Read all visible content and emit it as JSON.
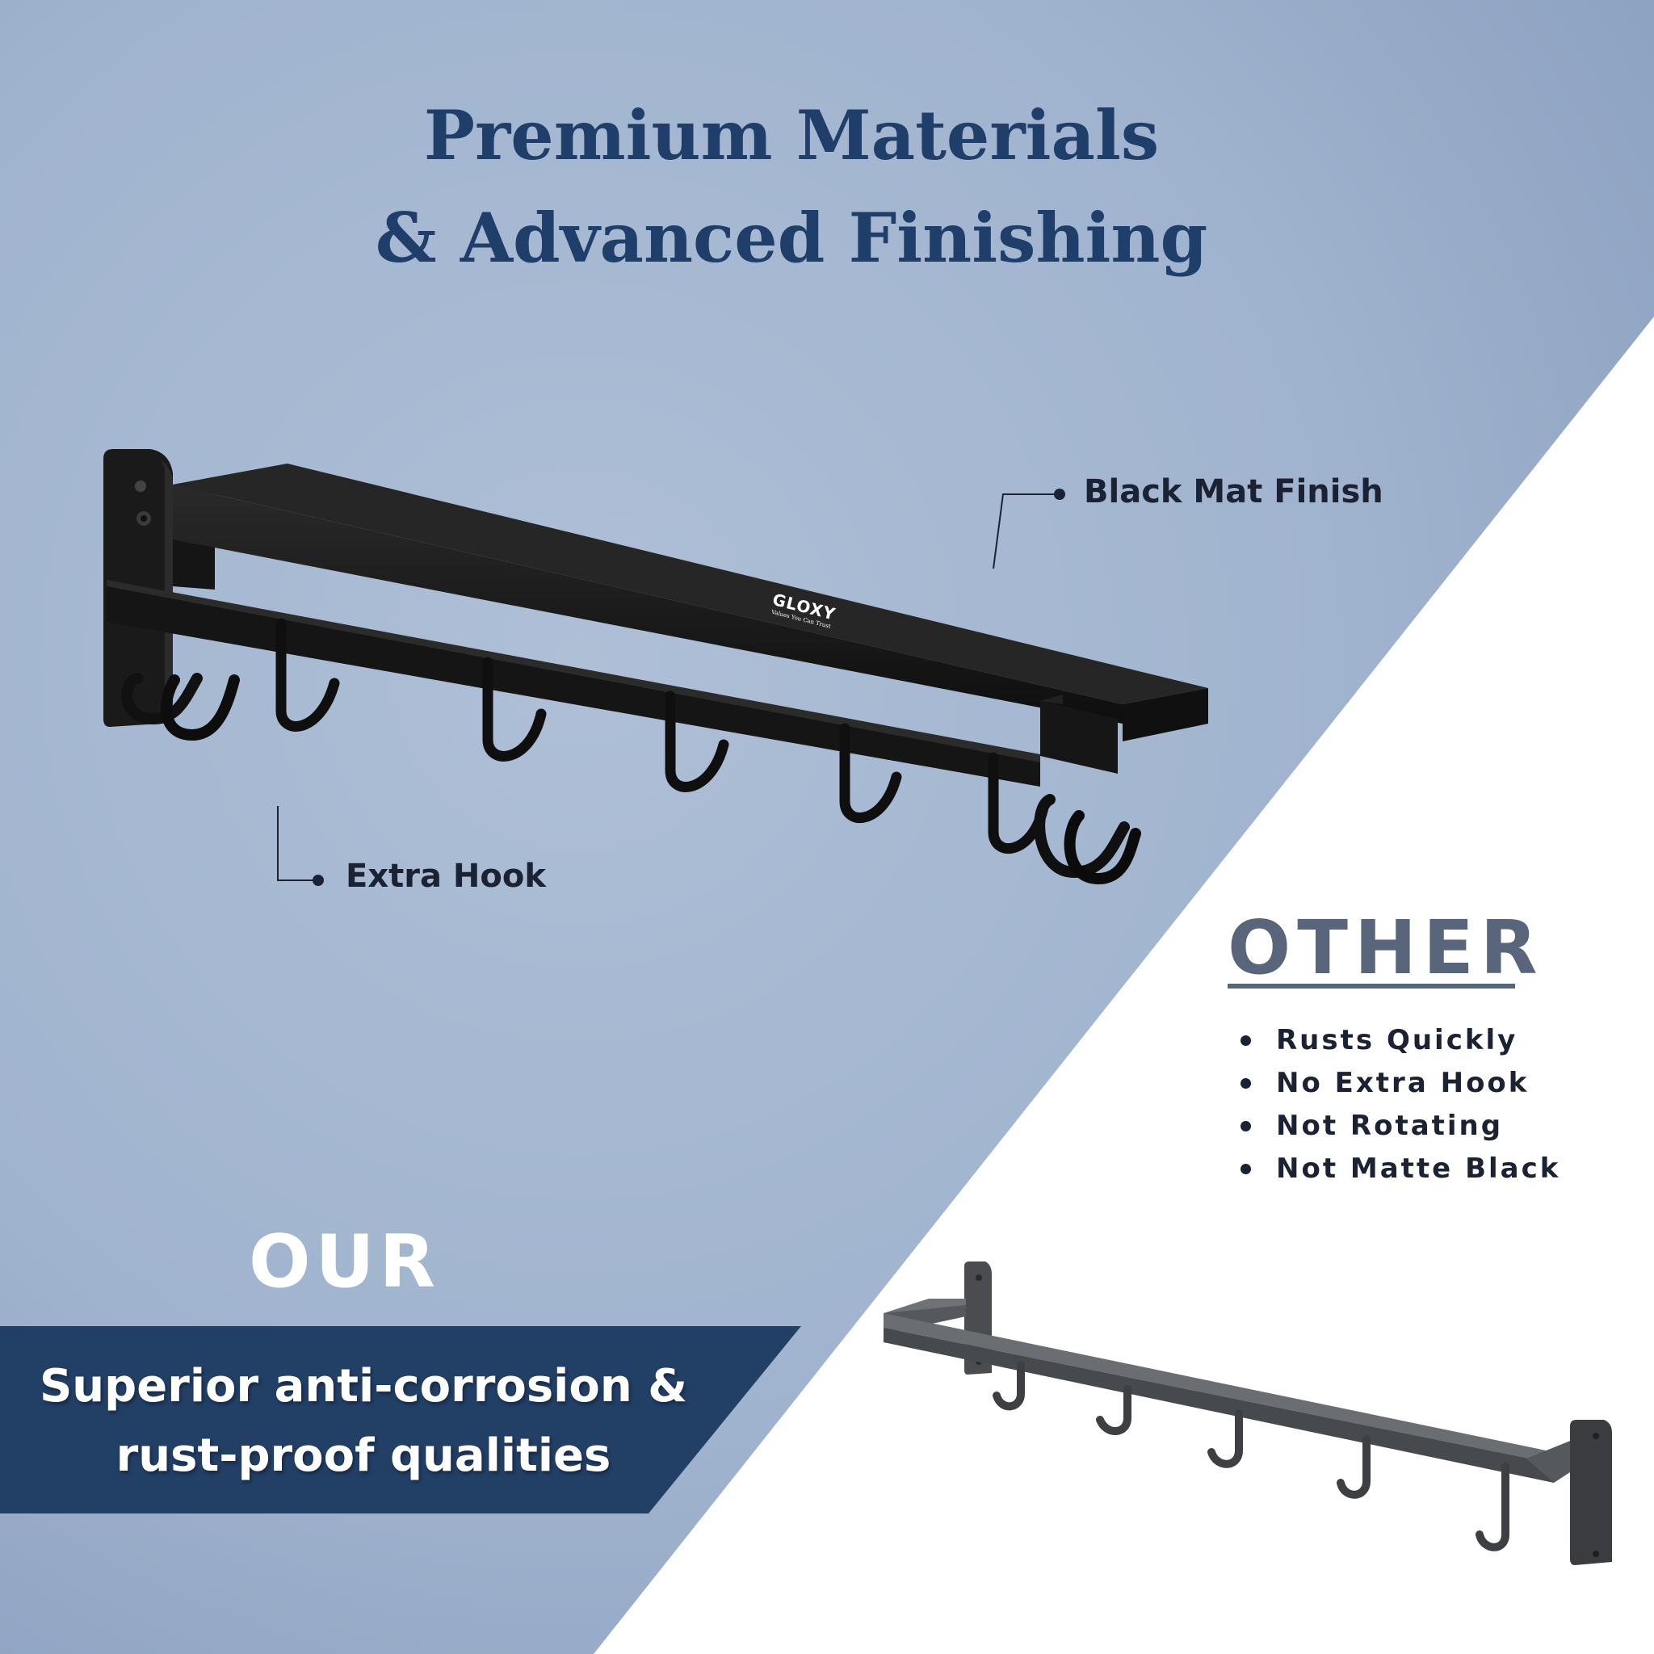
{
  "heading": {
    "line1": "Premium Materials",
    "line2": "& Advanced Finishing"
  },
  "callouts": {
    "finish": "Black Mat Finish",
    "hook": "Extra Hook"
  },
  "brand": {
    "name": "GLOXY",
    "tagline": "Values You Can Trust"
  },
  "other": {
    "heading": "OTHER",
    "points": [
      "Rusts Quickly",
      "No Extra Hook",
      "Not Rotating",
      "Not Matte Black"
    ]
  },
  "ours": {
    "label": "OUR",
    "banner_line1": "Superior anti-corrosion &",
    "banner_line2": "rust-proof qualities"
  },
  "colors": {
    "background_blue": "#9fb2cd",
    "banner_navy": "#223f66",
    "title_navy": "#1f3f6a",
    "other_gray": "#59657a",
    "product_black": "#141414",
    "competitor_gray": "#5a5d62"
  }
}
